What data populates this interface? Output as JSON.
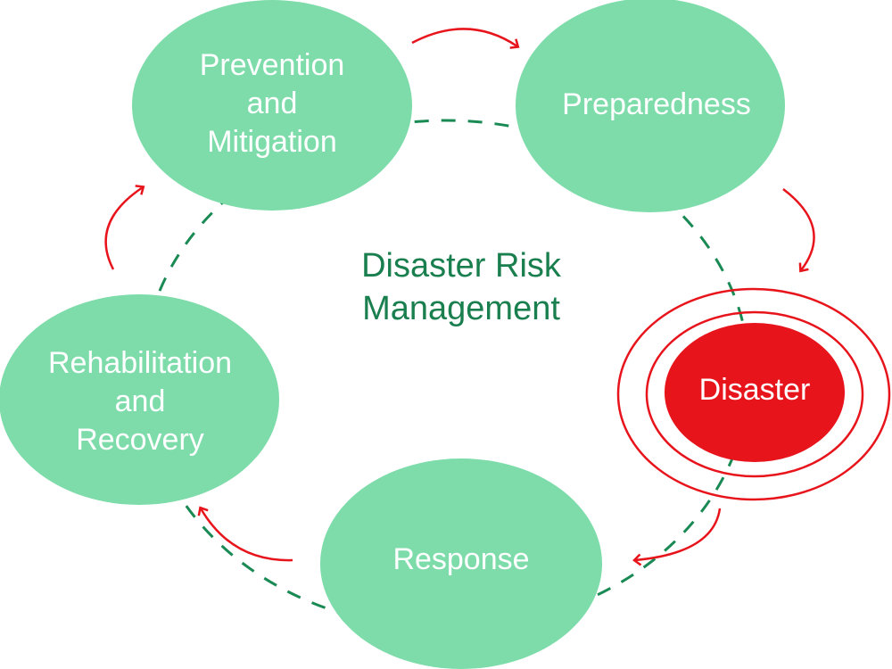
{
  "title": [
    "Disaster Risk",
    "Management"
  ],
  "nodes": {
    "prevention": [
      "Prevention",
      "and",
      "Mitigation"
    ],
    "preparedness": [
      "Preparedness"
    ],
    "disaster": [
      "Disaster"
    ],
    "response": [
      "Response"
    ],
    "rehabilitation": [
      "Rehabilitation",
      "and",
      "Recovery"
    ]
  },
  "colors": {
    "node": "#7ddcaa",
    "disaster": "#e8141c",
    "arrow": "#e8141c",
    "dash": "#1a8a55",
    "title": "#1a7f4e"
  }
}
